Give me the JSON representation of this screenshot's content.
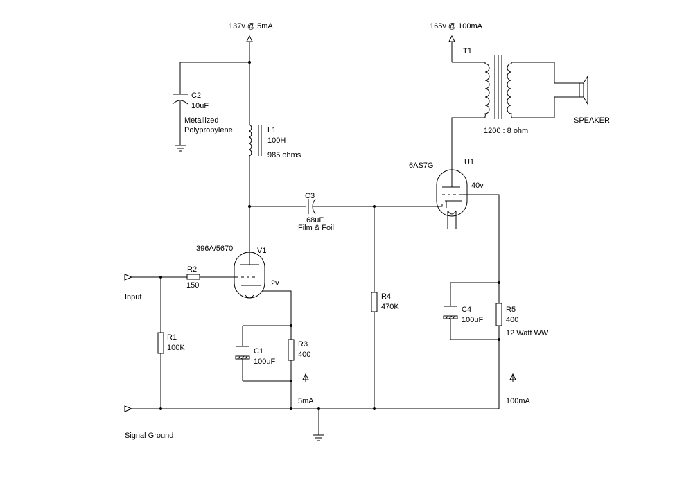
{
  "supplies": {
    "v1_supply": "137v @ 5mA",
    "u1_supply": "165v @ 100mA"
  },
  "transformer": {
    "ref": "T1",
    "ratio": "1200 : 8 ohm"
  },
  "speaker": {
    "label": "SPEAKER"
  },
  "c2": {
    "ref": "C2",
    "value": "10uF",
    "type_line1": "Metallized",
    "type_line2": "Polypropylene"
  },
  "l1": {
    "ref": "L1",
    "value": "100H",
    "resistance": "985 ohms"
  },
  "u1": {
    "type": "6AS7G",
    "ref": "U1",
    "cathode_voltage": "40v"
  },
  "c3": {
    "ref": "C3",
    "value": "68uF",
    "type": "Film & Foil"
  },
  "v1": {
    "type": "396A/5670",
    "ref": "V1",
    "cathode_voltage": "2v"
  },
  "r2": {
    "ref": "R2",
    "value": "150"
  },
  "input": {
    "label": "Input"
  },
  "r1": {
    "ref": "R1",
    "value": "100K"
  },
  "c1": {
    "ref": "C1",
    "value": "100uF"
  },
  "r3": {
    "ref": "R3",
    "value": "400"
  },
  "r4": {
    "ref": "R4",
    "value": "470K"
  },
  "c4": {
    "ref": "C4",
    "value": "100uF"
  },
  "r5": {
    "ref": "R5",
    "value": "400",
    "rating": "12 Watt WW"
  },
  "currents": {
    "v1_cathode": "5mA",
    "u1_cathode": "100mA"
  },
  "ground": {
    "label": "Signal Ground"
  }
}
